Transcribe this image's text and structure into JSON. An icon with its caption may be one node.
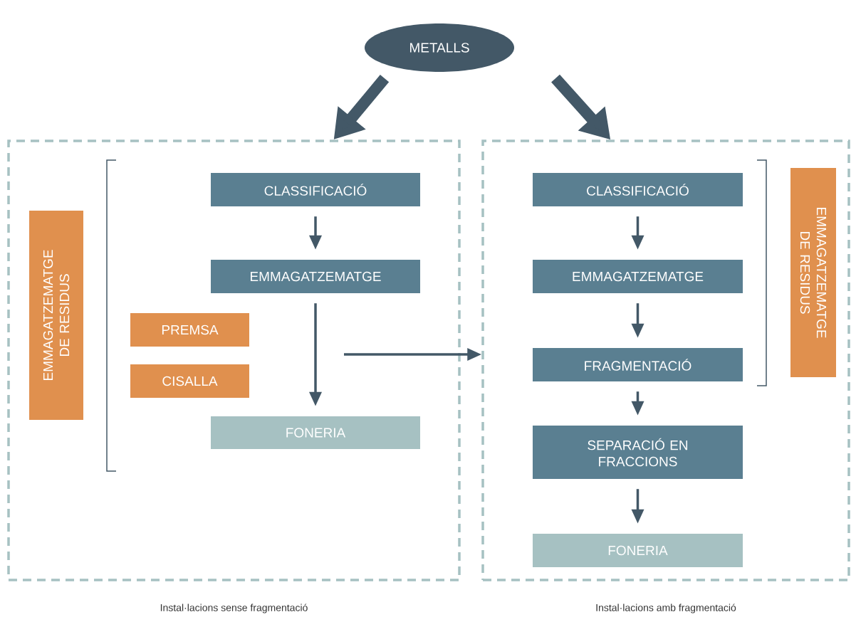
{
  "diagram": {
    "nodes": [
      {
        "text": [
          "METALLS"
        ]
      },
      {
        "text": [
          "Instal·lacions sense fragmentació"
        ]
      },
      {
        "text": [
          "Instal·lacions amb fragmentació"
        ]
      },
      {
        "text": [
          "EMMAGATZEMATGE DE RESIDUS"
        ],
        "in": 1
      },
      {
        "text": [
          "CLASSIFICACIÓ"
        ],
        "in": 1
      },
      {
        "text": [
          "EMMAGATZEMATGE"
        ],
        "in": 1
      },
      {
        "text": [
          "PREMSA"
        ],
        "in": 1
      },
      {
        "text": [
          "CISALLA"
        ],
        "in": 1
      },
      {
        "text": [
          "FONERIA"
        ],
        "in": 1
      },
      {
        "text": [
          "CLASSIFICACIÓ"
        ],
        "in": 2
      },
      {
        "text": [
          "EMMAGATZEMATGE"
        ],
        "in": 2
      },
      {
        "text": [
          "FRAGMENTACIÓ"
        ],
        "in": 2
      },
      {
        "text": [
          "SEPARACIÓ EN FRACCIONS"
        ],
        "in": 2
      },
      {
        "text": [
          "FONERIA"
        ],
        "in": 2
      },
      {
        "text": [
          "EMMAGATZEMATGE DE RESIDUS"
        ],
        "in": 2
      }
    ],
    "edges": [
      {
        "from": 0,
        "to": 1,
        "arrow": "to",
        "style": "thick"
      },
      {
        "from": 0,
        "to": 2,
        "arrow": "to",
        "style": "thick"
      },
      {
        "from": 4,
        "to": 5,
        "arrow": "to"
      },
      {
        "from": 5,
        "to": 8,
        "arrow": "to"
      },
      {
        "from": null,
        "to": 2,
        "arrow": "to"
      },
      {
        "from": 9,
        "to": 10,
        "arrow": "to"
      },
      {
        "from": 10,
        "to": 11,
        "arrow": "to"
      },
      {
        "from": 11,
        "to": 12,
        "arrow": "to"
      },
      {
        "from": 12,
        "to": 13,
        "arrow": "to"
      }
    ]
  }
}
